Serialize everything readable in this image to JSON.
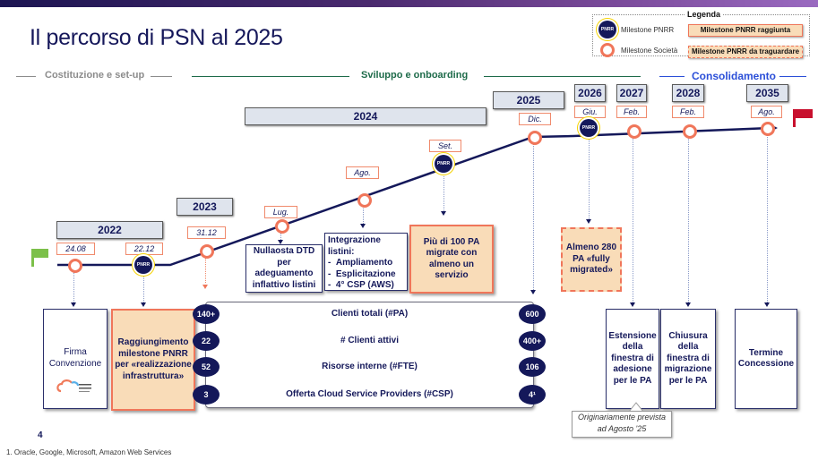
{
  "title": "Il percorso di PSN al 2025",
  "phases": [
    {
      "label": "Costituzione e set-up",
      "color": "#8c8c8c"
    },
    {
      "label": "Sviluppo e onboarding",
      "color": "#1e6b4a"
    },
    {
      "label": "Consolidamento",
      "color": "#2b4fd8"
    }
  ],
  "legend": {
    "title": "Legenda",
    "pnrr_icon_text": "PNRR",
    "pnrr_label": "Milestone PNRR",
    "company_label": "Milestone Società",
    "reached_label": "Milestone PNRR raggiunta",
    "pending_label": "Milestone PNRR da traguardare"
  },
  "years": [
    "2022",
    "2023",
    "2024",
    "2025",
    "2026",
    "2027",
    "2028",
    "2035"
  ],
  "milestones": [
    {
      "date": "24.08",
      "type": "company"
    },
    {
      "date": "22.12",
      "type": "pnrr"
    },
    {
      "date": "31.12",
      "type": "company"
    },
    {
      "date": "Lug.",
      "type": "company"
    },
    {
      "date": "Ago.",
      "type": "company"
    },
    {
      "date": "Set.",
      "type": "pnrr"
    },
    {
      "date": "Dic.",
      "type": "company"
    },
    {
      "date": "Giu.",
      "type": "pnrr"
    },
    {
      "date": "Feb.",
      "type": "company"
    },
    {
      "date": "Feb.",
      "type": "company"
    },
    {
      "date": "Ago.",
      "type": "company"
    }
  ],
  "boxes": {
    "firma": "Firma Convenzione",
    "logo_text": "Polo Strategico Nazionale",
    "raggiungimento": "Raggiungimento milestone PNRR per «realizzazione infrastruttura»",
    "nullaosta": "Nullaosta DTD per adeguamento inflattivo listini",
    "integrazione_title": "Integrazione listini:",
    "integrazione_items": [
      "Ampliamento",
      "Esplicitazione",
      "4° CSP (AWS)"
    ],
    "piu100": "Più di 100 PA migrate con almeno un servizio",
    "almeno280": "Almeno 280 PA «fully migrated»",
    "estensione": "Estensione della finestra di adesione per le PA",
    "chiusura": "Chiusura della finestra di migrazione per le PA",
    "termine": "Termine Concessione"
  },
  "kpis": [
    {
      "label": "Clienti totali (#PA)",
      "start": "140+",
      "end": "600"
    },
    {
      "label": "# Clienti attivi",
      "start": "22",
      "end": "400+"
    },
    {
      "label": "Risorse interne (#FTE)",
      "start": "52",
      "end": "106"
    },
    {
      "label": "Offerta Cloud Service Providers (#CSP)",
      "start": "3",
      "end": "4¹"
    }
  ],
  "callout": "Originariamente prevista ad Agosto '25",
  "page_number": "4",
  "footnote": "1. Oracle, Google, Microsoft, Amazon Web Services",
  "colors": {
    "navy": "#14185a",
    "orange": "#f0765a",
    "peach": "#f9dcb8",
    "green_flag": "#7cc04a",
    "red_flag": "#c8102e"
  }
}
